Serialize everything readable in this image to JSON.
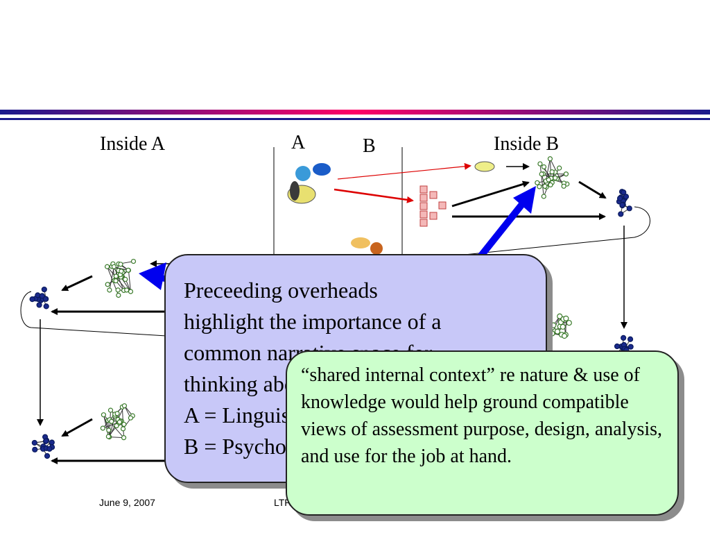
{
  "labels": {
    "inside_a": "Inside A",
    "a": "A",
    "b": "B",
    "inside_b": "Inside B"
  },
  "callout_blue": {
    "lines": [
      "Preceeding overheads",
      "highlight the importance of a",
      "common narrative space for",
      "thinking about the job at hand:",
      "A = Linguistic",
      "B = Psychometric"
    ]
  },
  "callout_green": {
    "text": "“shared internal context” re nature & use of knowledge would help ground compatible views of assessment purpose, design, analysis, and use for the job at hand."
  },
  "footer": {
    "date": "June 9, 2007",
    "center": "LTRC"
  },
  "colors": {
    "rule_gradient": [
      "#1a1a8c",
      "#ff0066",
      "#1a1a8c"
    ],
    "blue_callout": "#c8c8f8",
    "green_callout": "#ccffcc",
    "arrow_blue": "#0000ee",
    "arrow_red": "#dd0000",
    "node_green": "#5a9a3a",
    "node_blue": "#1a2a8c"
  }
}
